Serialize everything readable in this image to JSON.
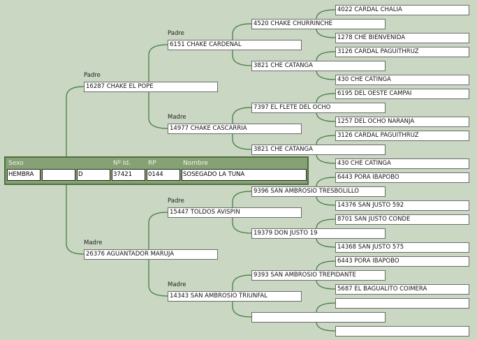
{
  "subject": {
    "labels": {
      "sex": "Sexo",
      "id": "Nº Id.",
      "rp": "RP",
      "name": "Nombre"
    },
    "sex": "HEMBRA",
    "field2": "",
    "field3": "D",
    "id": "37421",
    "rp": "0144",
    "name": "SOSEGADO LA TUNA"
  },
  "labels": {
    "father": "Padre",
    "mother": "Madre"
  },
  "gen1": [
    "16287 CHAKE EL POPE",
    "26376 AGUANTADOR MARUJA"
  ],
  "gen2": [
    "6151 CHAKE CARDENAL",
    "14977 CHAKE CASCARRIA",
    "15447 TOLDOS AVISPIN",
    "14343 SAN AMBROSIO TRIUNFAL"
  ],
  "gen3": [
    "4520 CHAKE CHURRINCHE",
    "3821 CHE CATANGA",
    "7397 EL FLETE DEL OCHO",
    "3821 CHE CATANGA",
    "9396 SAN AMBROSIO TRESBOLILLO",
    "19379 DON JUSTO 19",
    "9393 SAN AMBROSIO TREPIDANTE",
    ""
  ],
  "gen4": [
    "4022 CARDAL CHALIA",
    "1278 CHE BIENVENIDA",
    "3126 CARDAL PAGUITHRUZ",
    "430 CHE CATINGA",
    "6195 DEL OESTE CAMPAI",
    "1257 DEL OCHO NARANJA",
    "3126 CARDAL PAGUITHRUZ",
    "430 CHE CATINGA",
    "6443 PORA IBAPOBO",
    "14376 SAN JUSTO 592",
    "8701 SAN JUSTO CONDE",
    "14368 SAN JUSTO 575",
    "6443 PORA IBAPOBO",
    "5687 EL BAGUALITO COIMERA",
    "",
    ""
  ],
  "colors": {
    "line": "#3f7a3a",
    "panel": "#86a275",
    "background": "#c9d7c3"
  }
}
